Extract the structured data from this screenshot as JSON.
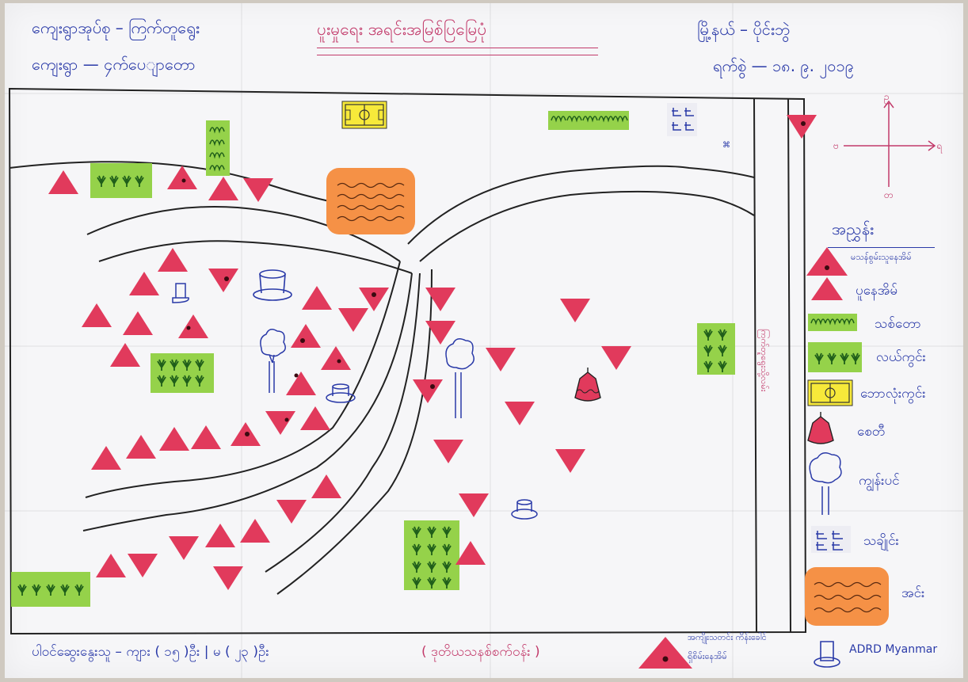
{
  "header": {
    "village_tract": "ကျေးရွာအုပ်စု – ကြက်တူရွေး",
    "village": "ကျေးရွာ — ၄က်ပေျာတော",
    "title": "ပူးမှုရေး အရင်းအမြစ်ပြမြေပုံ",
    "township": "မြို့နယ် – ပိုင်းဘွဲ",
    "date": "ရက်စွဲ — ၁၈. ၉. ၂၀၁၉"
  },
  "compass": {
    "north": "ဥ",
    "east": "ရ",
    "west": "ဗ",
    "south": "တ"
  },
  "legend": {
    "title": "အညွှန်း",
    "items": [
      {
        "icon": "exposed-house-triangle",
        "label": "မသန်စွမ်းသူနေအိမ်"
      },
      {
        "icon": "house-triangle",
        "label": "ပူနေအိမ်"
      },
      {
        "icon": "forest-patch",
        "label": "သစ်တော"
      },
      {
        "icon": "crop-field",
        "label": "လယ်ကွင်း"
      },
      {
        "icon": "football-field",
        "label": "ဘောလုံးကွင်း"
      },
      {
        "icon": "pagoda",
        "label": "စေတီ"
      },
      {
        "icon": "tree",
        "label": "ကျွန်းပင်"
      },
      {
        "icon": "cemetery",
        "label": "သချိုင်း"
      },
      {
        "icon": "pond",
        "label": "အင်း"
      }
    ]
  },
  "map": {
    "road_label": "ကြက်တူရွေးသို့လမ်း"
  },
  "footer": {
    "participants": "ပါဝင်ဆွေးနွေးသူ – ကျား ( ၁၅ )ဦး | မ ( ၂၃ )ဦး",
    "other_participants": "( ဒုတိယသနစ်စက်ဝန်း )",
    "key_note_line1": "အကျိုးသတင်း ကိန်းခေါင်",
    "key_note_line2": "ရှိစိမ်းနေအိမ်",
    "org": "ADRD Myanmar"
  },
  "colors": {
    "house": "#e13a5c",
    "forest": "#95d24a",
    "field": "#f7e93a",
    "pond": "#f59146",
    "ink_blue": "#2a3aa8",
    "ink_pink": "#c23a6a"
  }
}
